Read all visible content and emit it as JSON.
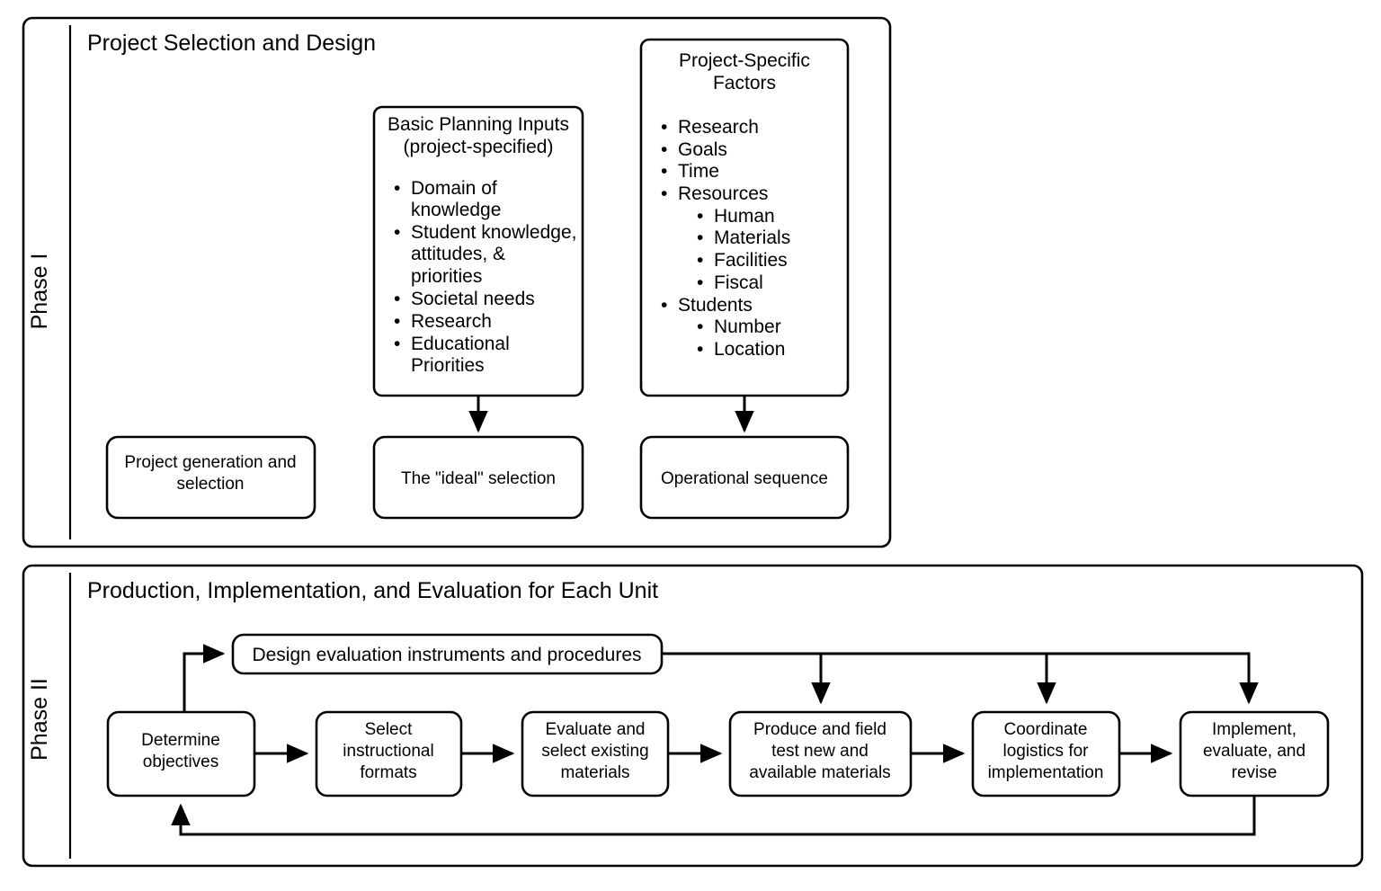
{
  "diagram": {
    "title": "Two-phase curriculum project planning flowchart",
    "phases": [
      {
        "id": "phase-1",
        "label": "Phase I",
        "title": "Project Selection and Design",
        "panels": [
          {
            "id": "basic-planning-inputs",
            "title_line1": "Basic Planning Inputs",
            "title_line2": "(project-specified)",
            "bullets": [
              {
                "level": 1,
                "lines": [
                  "Domain of",
                  "knowledge"
                ]
              },
              {
                "level": 1,
                "lines": [
                  "Student knowledge,",
                  "attitudes, &",
                  "priorities"
                ]
              },
              {
                "level": 1,
                "lines": [
                  "Societal needs"
                ]
              },
              {
                "level": 1,
                "lines": [
                  "Research"
                ]
              },
              {
                "level": 1,
                "lines": [
                  "Educational",
                  "Priorities"
                ]
              }
            ]
          },
          {
            "id": "project-specific-factors",
            "title_line1": "Project-Specific",
            "title_line2": "Factors",
            "bullets": [
              {
                "level": 1,
                "lines": [
                  "Research"
                ]
              },
              {
                "level": 1,
                "lines": [
                  "Goals"
                ]
              },
              {
                "level": 1,
                "lines": [
                  "Time"
                ]
              },
              {
                "level": 1,
                "lines": [
                  "Resources"
                ]
              },
              {
                "level": 2,
                "lines": [
                  "Human"
                ]
              },
              {
                "level": 2,
                "lines": [
                  "Materials"
                ]
              },
              {
                "level": 2,
                "lines": [
                  "Facilities"
                ]
              },
              {
                "level": 2,
                "lines": [
                  "Fiscal"
                ]
              },
              {
                "level": 1,
                "lines": [
                  "Students"
                ]
              },
              {
                "level": 2,
                "lines": [
                  "Number"
                ]
              },
              {
                "level": 2,
                "lines": [
                  "Location"
                ]
              }
            ]
          }
        ],
        "nodes": [
          {
            "id": "project-generation-and-selection",
            "lines": [
              "Project generation and",
              "selection"
            ]
          },
          {
            "id": "ideal-selection",
            "lines": [
              "The \"ideal\" selection"
            ]
          },
          {
            "id": "operational-sequence",
            "lines": [
              "Operational sequence"
            ]
          }
        ]
      },
      {
        "id": "phase-2",
        "label": "Phase II",
        "title": "Production, Implementation, and Evaluation for Each Unit",
        "nodes": [
          {
            "id": "design-evaluation-instruments",
            "lines": [
              "Design evaluation instruments and procedures"
            ]
          },
          {
            "id": "determine-objectives",
            "lines": [
              "Determine",
              "objectives"
            ]
          },
          {
            "id": "select-instructional-formats",
            "lines": [
              "Select",
              "instructional",
              "formats"
            ]
          },
          {
            "id": "evaluate-select-existing-materials",
            "lines": [
              "Evaluate and",
              "select existing",
              "materials"
            ]
          },
          {
            "id": "produce-field-test-materials",
            "lines": [
              "Produce and field",
              "test new and",
              "available materials"
            ]
          },
          {
            "id": "coordinate-logistics",
            "lines": [
              "Coordinate",
              "logistics for",
              "implementation"
            ]
          },
          {
            "id": "implement-evaluate-revise",
            "lines": [
              "Implement,",
              "evaluate, and",
              "revise"
            ]
          }
        ]
      }
    ],
    "colors": {
      "stroke": "#000000",
      "fill": "#ffffff",
      "text": "#000000"
    }
  }
}
